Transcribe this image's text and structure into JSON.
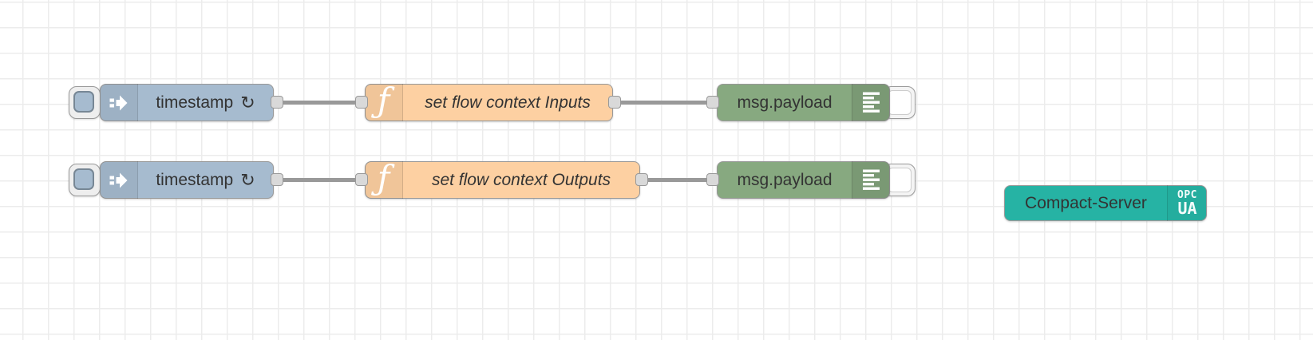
{
  "app": "node-red-flow-editor",
  "colors": {
    "inject_node": "#a6bbcf",
    "function_node": "#fdd0a2",
    "debug_node": "#87a980",
    "opcua_node": "#26b3a4",
    "wire": "#999999",
    "node_border": "#999999",
    "label_text": "#333333",
    "grid_line": "#ececec",
    "canvas_bg": "#ffffff"
  },
  "nodes": {
    "inject1": {
      "type": "inject",
      "label": "timestamp",
      "repeat_indicator": "↻"
    },
    "function1": {
      "type": "function",
      "label": "set flow context Inputs",
      "icon_glyph": "ƒ"
    },
    "debug1": {
      "type": "debug",
      "label": "msg.payload"
    },
    "inject2": {
      "type": "inject",
      "label": "timestamp",
      "repeat_indicator": "↻"
    },
    "function2": {
      "type": "function",
      "label": "set flow context Outputs",
      "icon_glyph": "ƒ"
    },
    "debug2": {
      "type": "debug",
      "label": "msg.payload"
    },
    "server1": {
      "type": "opcua-server",
      "label": "Compact-Server",
      "icon_line1": "OPC",
      "icon_line2": "UA"
    }
  },
  "wires": [
    {
      "from": "inject1",
      "to": "function1"
    },
    {
      "from": "function1",
      "to": "debug1"
    },
    {
      "from": "inject2",
      "to": "function2"
    },
    {
      "from": "function2",
      "to": "debug2"
    }
  ]
}
